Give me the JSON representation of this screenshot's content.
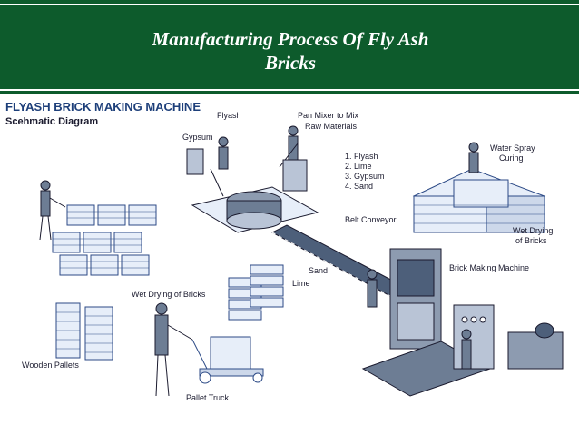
{
  "slide": {
    "title_line1": "Manufacturing Process Of Fly Ash",
    "title_line2": "Bricks",
    "banner_color": "#0d5b2c"
  },
  "diagram": {
    "heading": "FLYASH BRICK MAKING MACHINE",
    "subheading": "Scehmatic Diagram",
    "labels": {
      "flyash": "Flyash",
      "gypsum": "Gypsum",
      "pan_mixer_1": "Pan Mixer to Mix",
      "pan_mixer_2": "Raw Materials",
      "water_spray_1": "Water Spray",
      "water_spray_2": "Curing",
      "belt_conveyor": "Belt Conveyor",
      "wet_drying_right_1": "Wet Drying",
      "wet_drying_right_2": "of Bricks",
      "sand_lime_1": "Sand",
      "sand_lime_2": "Lime",
      "brick_making_machine": "Brick Making Machine",
      "wet_drying_left": "Wet Drying of Bricks",
      "wooden_pallets": "Wooden Pallets",
      "pallet_truck": "Pallet Truck"
    },
    "materials": [
      "1. Flyash",
      "2. Lime",
      "3. Gypsum",
      "4. Sand"
    ]
  }
}
